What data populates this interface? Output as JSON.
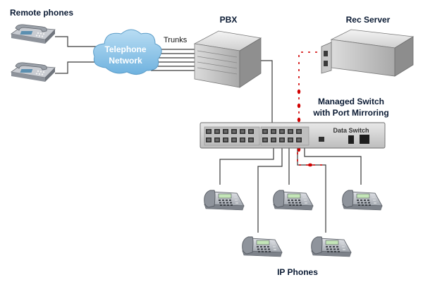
{
  "labels": {
    "remote_phones": "Remote phones",
    "pbx": "PBX",
    "rec_server": "Rec Server",
    "trunks": "Trunks",
    "cloud_line1": "Telephone",
    "cloud_line2": "Network",
    "switch_line1": "Managed Switch",
    "switch_line2": "with Port Mirroring",
    "switch_face": "Data Switch",
    "ip_phones": "IP Phones"
  },
  "colors": {
    "mirror": "#d10000",
    "cloud": "#8fc7ea",
    "wire": "#3a3a3a"
  },
  "icons": {
    "remote_phone": "desk-phone-icon",
    "ip_phone": "ip-phone-icon",
    "pbx": "pbx-cabinet-icon",
    "server": "rack-server-icon",
    "switch": "network-switch-icon",
    "cloud": "cloud-icon"
  }
}
